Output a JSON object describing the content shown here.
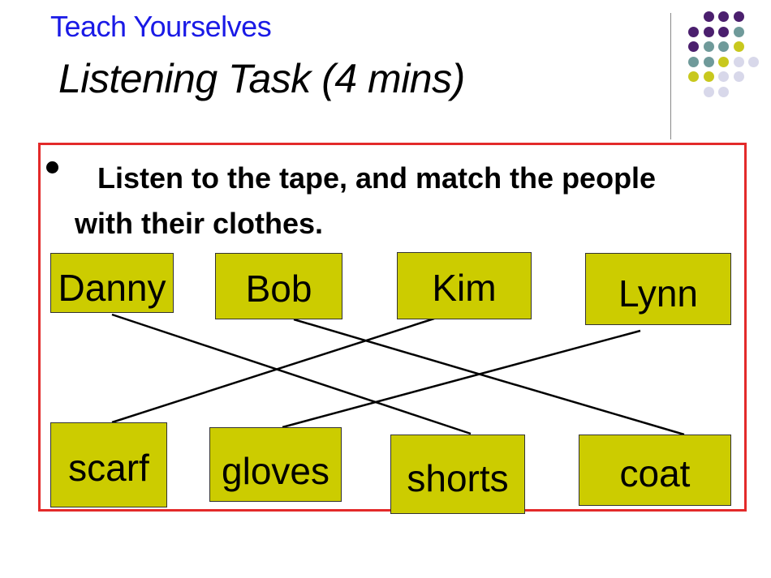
{
  "slide": {
    "title": "Teach Yourselves",
    "subtitle": "Listening Task  (4 mins)",
    "instruction": "Listen to the tape, and match the people with their clothes.",
    "people": [
      "Danny",
      "Bob",
      "Kim",
      "Lynn"
    ],
    "clothes": [
      "scarf",
      "gloves",
      "shorts",
      "coat"
    ],
    "matches": [
      {
        "person": "Danny",
        "clothing": "shorts"
      },
      {
        "person": "Bob",
        "clothing": "coat"
      },
      {
        "person": "Kim",
        "clothing": "scarf"
      },
      {
        "person": "Lynn",
        "clothing": "gloves"
      }
    ]
  },
  "colors": {
    "title": "#1a1ae6",
    "box_border": "#e32a2a",
    "tag_fill": "#cccc00",
    "dot_purple": "#4b1f6e",
    "dot_teal": "#6f9a9a",
    "dot_yellow": "#c8c81e",
    "dot_lavender": "#d8d8ea"
  }
}
